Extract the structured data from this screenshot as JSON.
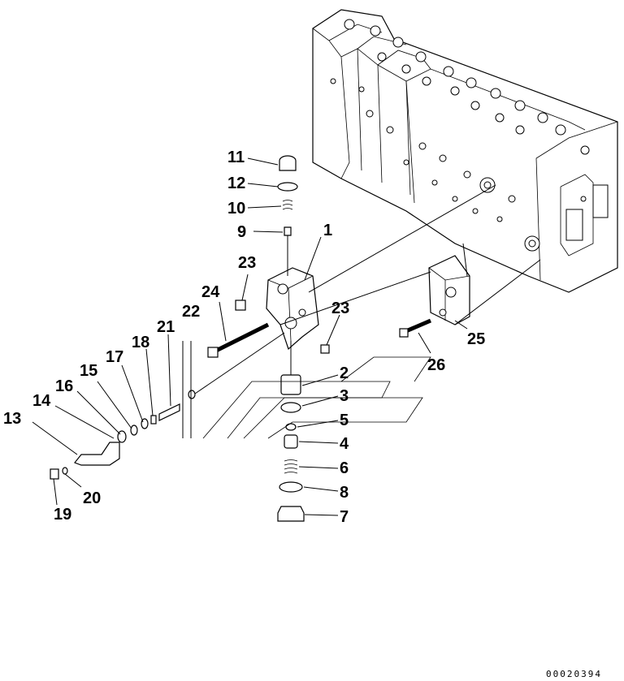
{
  "callouts": [
    "1",
    "2",
    "3",
    "4",
    "5",
    "6",
    "7",
    "8",
    "9",
    "10",
    "11",
    "12",
    "13",
    "14",
    "15",
    "16",
    "17",
    "18",
    "19",
    "20",
    "21",
    "22",
    "23",
    "23",
    "24",
    "25",
    "26"
  ],
  "document_number": "00020394"
}
